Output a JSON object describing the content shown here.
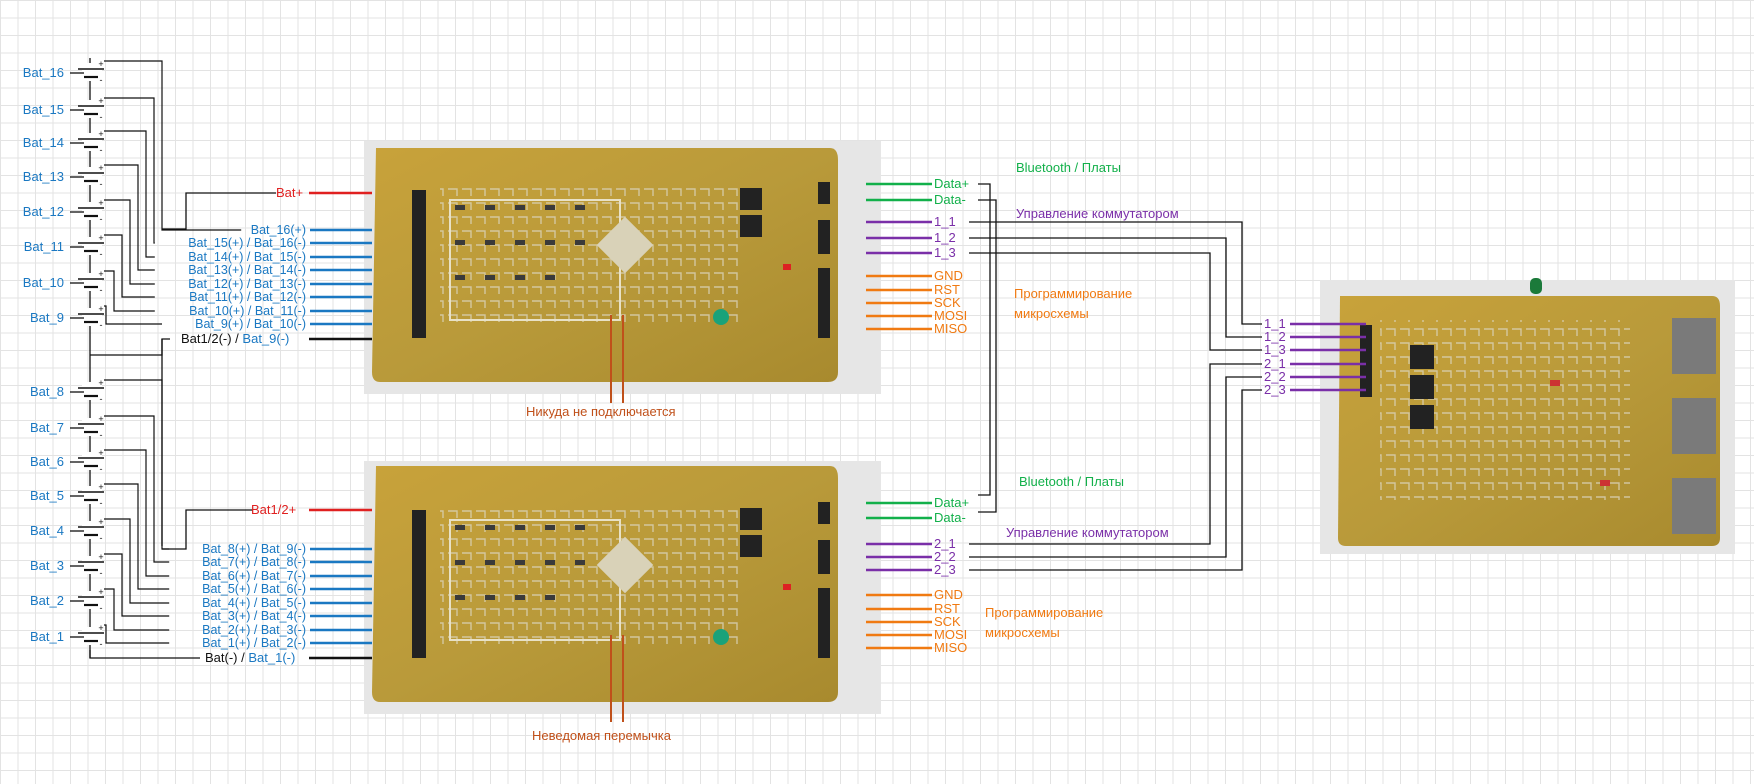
{
  "battery_cells": [
    "Bat_16",
    "Bat_15",
    "Bat_14",
    "Bat_13",
    "Bat_12",
    "Bat_11",
    "Bat_10",
    "Bat_9",
    "Bat_8",
    "Bat_7",
    "Bat_6",
    "Bat_5",
    "Bat_4",
    "Bat_3",
    "Bat_2",
    "Bat_1"
  ],
  "cell_polarity": {
    "plus": "+",
    "minus": "-"
  },
  "board_top": {
    "bat_plus": "Bat+",
    "taps": [
      "Bat_16(+)",
      "Bat_15(+) / Bat_16(-)",
      "Bat_14(+) / Bat_15(-)",
      "Bat_13(+) / Bat_14(-)",
      "Bat_12(+) / Bat_13(-)",
      "Bat_11(+) / Bat_12(-)",
      "Bat_10(+) / Bat_11(-)",
      "Bat_9(+) / Bat_10(-)"
    ],
    "mid_minus_a": "Bat1/2(-) / ",
    "mid_minus_b": "Bat_9(-)",
    "data": [
      "Data+",
      "Data-"
    ],
    "switch": [
      "1_1",
      "1_2",
      "1_3"
    ],
    "prog": [
      "GND",
      "RST",
      "SCK",
      "MOSI",
      "MISO"
    ]
  },
  "board_bottom": {
    "bat_plus": "Bat1/2+",
    "taps": [
      "Bat_8(+) / Bat_9(-)",
      "Bat_7(+) / Bat_8(-)",
      "Bat_6(+) / Bat_7(-)",
      "Bat_5(+) / Bat_6(-)",
      "Bat_4(+) / Bat_5(-)",
      "Bat_3(+) / Bat_4(-)",
      "Bat_2(+) / Bat_3(-)",
      "Bat_1(+) / Bat_2(-)"
    ],
    "minus_a": "Bat(-) / ",
    "minus_b": "Bat_1(-)",
    "data": [
      "Data+",
      "Data-"
    ],
    "switch": [
      "2_1",
      "2_2",
      "2_3"
    ],
    "prog": [
      "GND",
      "RST",
      "SCK",
      "MOSI",
      "MISO"
    ]
  },
  "switch_board": {
    "inputs": [
      "1_1",
      "1_2",
      "1_3",
      "2_1",
      "2_2",
      "2_3"
    ]
  },
  "notes": {
    "bluetooth": "Bluetooth / Платы",
    "switch_control": "Управление коммутатором",
    "programming_1": "Программирование",
    "programming_2": "микросхемы",
    "not_connected": "Никуда не подключается",
    "unknown_jumper": "Неведомая перемычка"
  },
  "colors": {
    "tap": "#1a78c2",
    "power": "#e02020",
    "data": "#12b04a",
    "switch": "#7a2fa8",
    "prog": "#f07a12",
    "note": "#c0501a",
    "wire": "#111111"
  }
}
